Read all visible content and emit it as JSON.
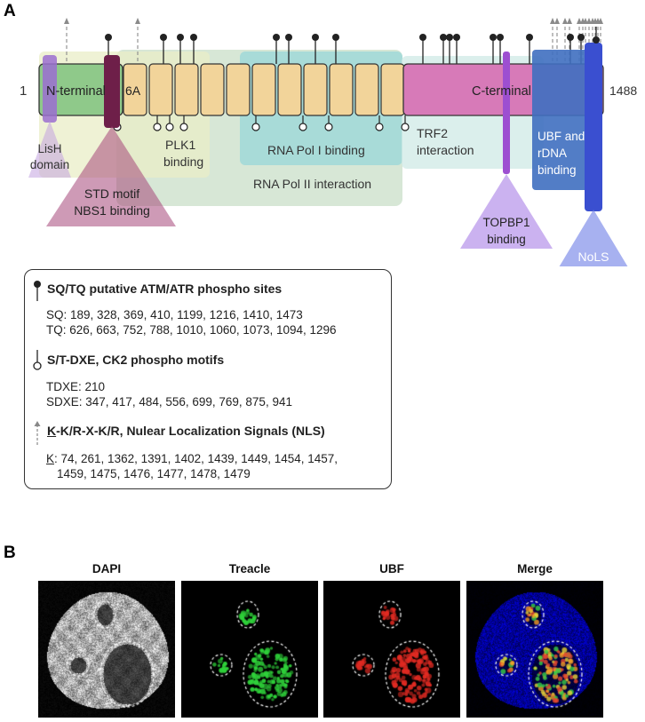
{
  "panel_a_letter": "A",
  "panel_b_letter": "B",
  "protein": {
    "start": "1",
    "end": "1488",
    "n_terminal": "N-terminal",
    "repeat_6a": "6A",
    "c_terminal": "C-terminal"
  },
  "regions": {
    "lish": [
      "LisH",
      "domain"
    ],
    "std": [
      "STD motif",
      "NBS1 binding"
    ],
    "plk1": [
      "PLK1",
      "binding"
    ],
    "pol1": "RNA Pol I binding",
    "pol2": "RNA Pol II interaction",
    "trf2": [
      "TRF2",
      "interaction"
    ],
    "topbp1": [
      "TOPBP1",
      "binding"
    ],
    "ubf": [
      "UBF and",
      "rDNA",
      "binding"
    ],
    "nols": "NoLS"
  },
  "colors": {
    "nterm": "#8fc98a",
    "repeat": "#f2d49a",
    "cterm": "#d77ab8",
    "lish": "#9b6fd0",
    "std": "#6e1f49",
    "topbp1": "#9d4fd1",
    "ubf": "#3f6fc0",
    "nols": "#3a4fd0"
  },
  "legend": {
    "sqtq_title": "SQ/TQ putative ATM/ATR phospho sites",
    "sq_line": "SQ: 189, 328, 369, 410, 1199, 1216, 1410, 1473",
    "tq_line": "TQ: 626, 663, 752, 788, 1010, 1060, 1073, 1094, 1296",
    "ck2_title": "S/T-DXE, CK2 phospho motifs",
    "tdxe_line": "TDXE: 210",
    "sdxe_line": "SDXE: 347, 417, 484, 556, 699, 769, 875, 941",
    "nls_title_k": "K",
    "nls_title_rest": "-K/R-X-K/R, Nulear Localization Signals (NLS)",
    "nls_k": "K",
    "nls_line1_rest": ": 74, 261, 1362, 1391, 1402, 1439, 1449, 1454, 1457,",
    "nls_line2": "1459, 1475, 1476, 1477, 1478, 1479"
  },
  "microscopy": {
    "titles": [
      "DAPI",
      "Treacle",
      "UBF",
      "Merge"
    ]
  }
}
